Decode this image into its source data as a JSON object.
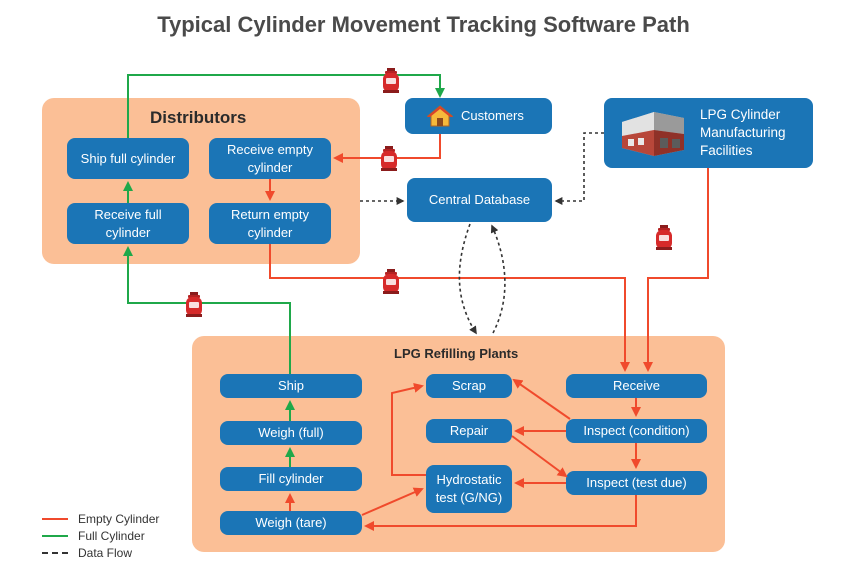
{
  "title": "Typical Cylinder Movement Tracking Software Path",
  "panels": {
    "distributors": "Distributors",
    "refilling": "LPG Refilling Plants"
  },
  "nodes": {
    "ship_full": "Ship full cylinder",
    "receive_empty": "Receive empty cylinder",
    "receive_full": "Receive full cylinder",
    "return_empty": "Return empty cylinder",
    "customers": "Customers",
    "central_db": "Central Database",
    "lpg_mfg": "LPG Cylinder Manufacturing Facilities",
    "ship": "Ship",
    "weigh_full": "Weigh (full)",
    "fill_cylinder": "Fill cylinder",
    "weigh_tare": "Weigh (tare)",
    "scrap": "Scrap",
    "repair": "Repair",
    "hydrostatic": "Hydrostatic test (G/NG)",
    "receive": "Receive",
    "inspect_condition": "Inspect (condition)",
    "inspect_test_due": "Inspect (test due)"
  },
  "legend": {
    "empty": "Empty Cylinder",
    "full": "Full Cylinder",
    "data": "Data Flow"
  },
  "colors": {
    "empty": "#f04a2c",
    "full": "#1fa84a",
    "data": "#333333",
    "node": "#1b75b6",
    "panel": "#fbbf96",
    "cylinder": "#d62a2a"
  },
  "icons": [
    "house-icon",
    "factory-icon",
    "gas-cylinder-icon"
  ]
}
